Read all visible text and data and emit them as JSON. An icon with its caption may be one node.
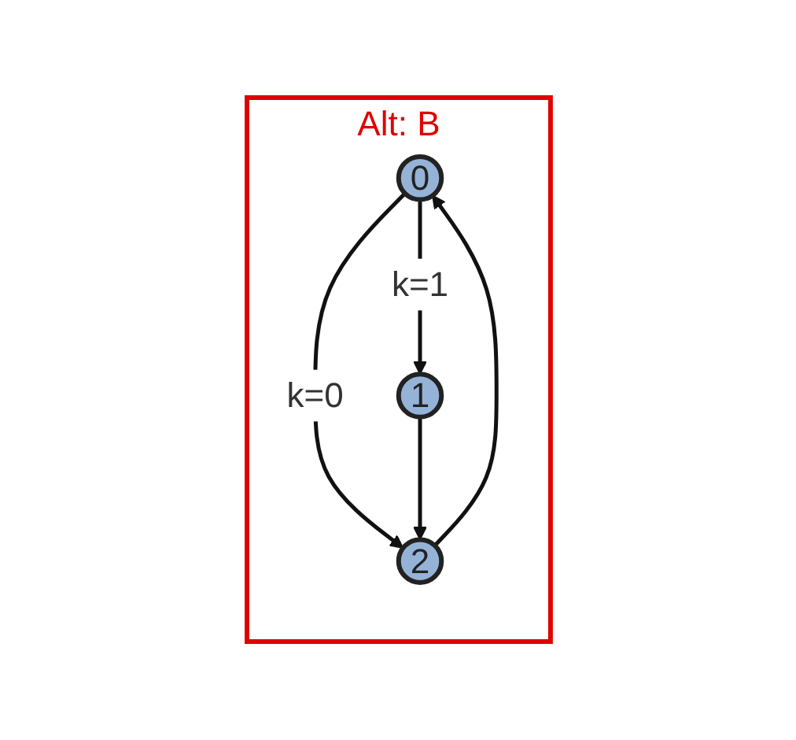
{
  "diagram": {
    "nodes": [
      {
        "text": [
          "Alt: B"
        ]
      },
      {
        "text": [
          "0"
        ],
        "in": 0
      },
      {
        "text": [
          "1"
        ],
        "in": 0
      },
      {
        "text": [
          "2"
        ],
        "in": 0
      }
    ],
    "edges": [
      {
        "from": 1,
        "to": 2,
        "label": "k=1",
        "arrow": "to"
      },
      {
        "from": 1,
        "to": 3,
        "label": "k=0",
        "arrow": "to"
      },
      {
        "from": 2,
        "to": 3,
        "arrow": "to"
      },
      {
        "from": 3,
        "to": 1,
        "arrow": "to"
      }
    ]
  }
}
